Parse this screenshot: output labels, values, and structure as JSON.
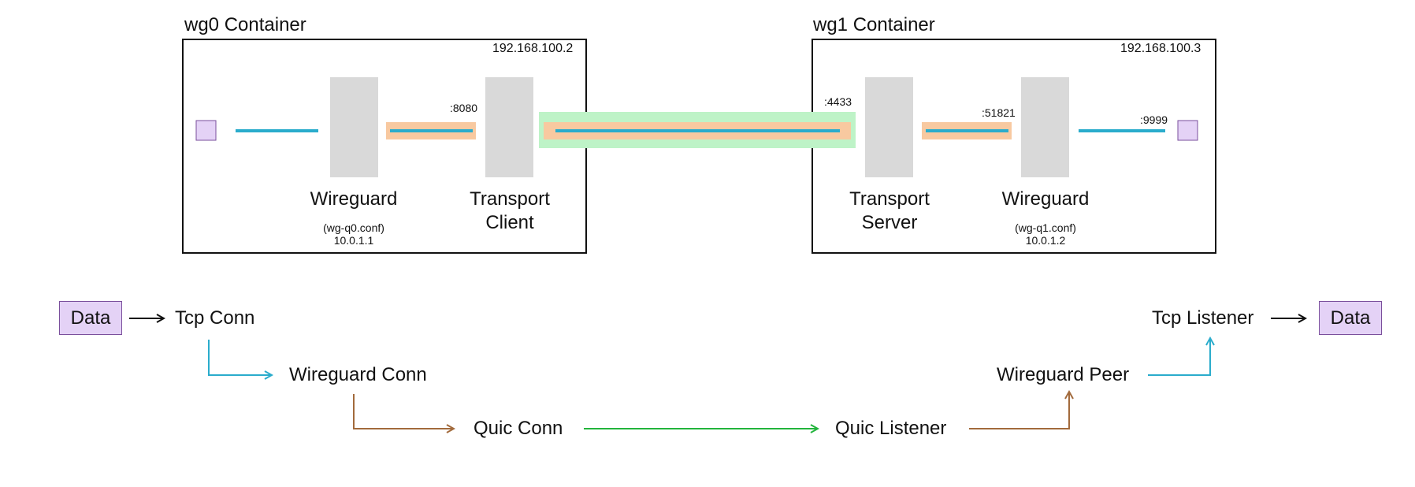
{
  "containers": [
    {
      "title": "wg0 Container",
      "ip": "192.168.100.2"
    },
    {
      "title": "wg1 Container",
      "ip": "192.168.100.3"
    }
  ],
  "ports": {
    "p8080": ":8080",
    "p4433": ":4433",
    "p51821": ":51821",
    "p9999": ":9999"
  },
  "components": {
    "wg0_wireguard": {
      "name": "Wireguard",
      "conf": "(wg-q0.conf)",
      "ip": "10.0.1.1"
    },
    "wg0_transport": {
      "line1": "Transport",
      "line2": "Client"
    },
    "wg1_transport": {
      "line1": "Transport",
      "line2": "Server"
    },
    "wg1_wireguard": {
      "name": "Wireguard",
      "conf": "(wg-q1.conf)",
      "ip": "10.0.1.2"
    }
  },
  "flow": {
    "data_left": "Data",
    "tcp_conn": "Tcp Conn",
    "wireguard_conn": "Wireguard Conn",
    "quic_conn": "Quic Conn",
    "quic_listener": "Quic Listener",
    "wireguard_peer": "Wireguard Peer",
    "tcp_listener": "Tcp Listener",
    "data_right": "Data"
  },
  "colors": {
    "link_teal": "#2aaccc",
    "orange_band": "#f8c9a0",
    "green_band": "#bef3c7",
    "brown_arrow": "#a26a3c",
    "green_arrow": "#22b43c",
    "component_gray": "#d9d9d9",
    "endpoint_purple": "#e4d2f6"
  }
}
